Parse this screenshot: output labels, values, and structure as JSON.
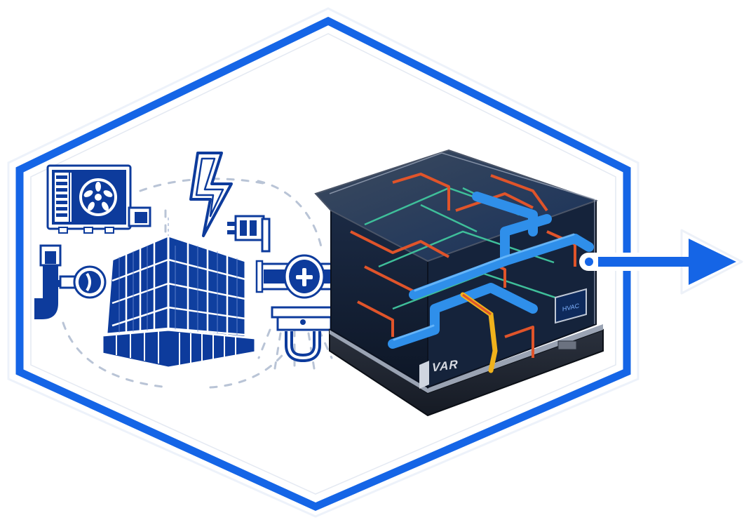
{
  "diagram": {
    "type": "illustration",
    "description": "Hexagonal frame containing building-services (MEP/HVAC) icons feeding into an isometric 3D model of a building services system, with an arrow pointing outward to the right",
    "frame": {
      "shape": "hexagon",
      "stroke_color": "#1565e6",
      "halo_color": "#e8eef8"
    },
    "icons_left": [
      {
        "name": "air-conditioner-outdoor-unit",
        "color": "#0d3b9c"
      },
      {
        "name": "lightning-bolt-electricity",
        "color": "#0d3b9c"
      },
      {
        "name": "electrical-plug",
        "color": "#0d3b9c"
      },
      {
        "name": "pipe-with-valve-left",
        "color": "#0d3b9c"
      },
      {
        "name": "office-building",
        "color": "#0d3b9c"
      },
      {
        "name": "pipe-valve-right",
        "color": "#0d3b9c"
      },
      {
        "name": "drain-trap",
        "color": "#0d3b9c"
      }
    ],
    "model": {
      "name": "isometric-mep-model",
      "pipe_colors": {
        "duct": "#2f8fea",
        "hot": "#e0542a",
        "cold": "#3fbf9a",
        "gas": "#f0b21c"
      },
      "base_color": "#1e2430",
      "base_label": "VAR",
      "panel_label": "HVAC"
    },
    "arrow": {
      "direction": "right",
      "color": "#1565e6"
    }
  }
}
